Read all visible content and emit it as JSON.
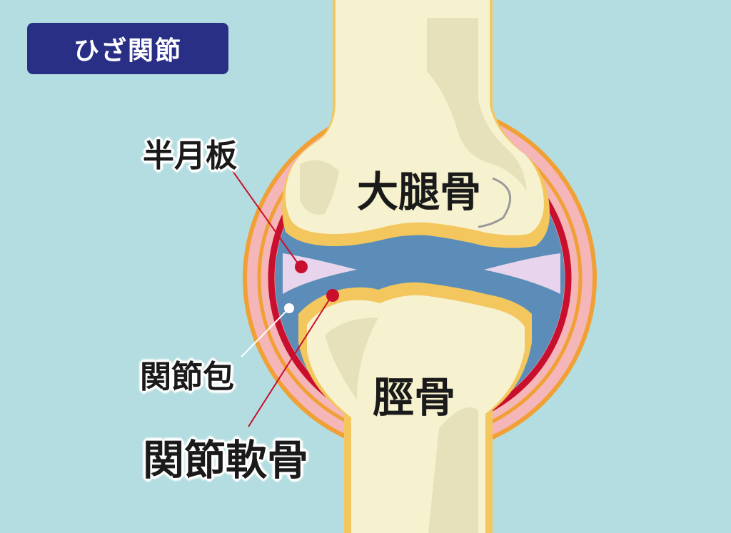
{
  "title": "ひざ関節",
  "labels": {
    "meniscus": "半月板",
    "capsule": "関節包",
    "cartilage": "関節軟骨",
    "femur": "大腿骨",
    "tibia": "脛骨"
  },
  "colors": {
    "background": "#b3dde0",
    "title_badge": "#2a2f86",
    "bone": "#f6f2cf",
    "bone_shadow": "#e6e1ba",
    "cartilage": "#f3c75e",
    "synovial_fluid": "#5b8db8",
    "meniscus": "#e8d4ec",
    "capsule_pink": "#f4b6b8",
    "capsule_red": "#c8102e",
    "capsule_orange": "#f0a034",
    "leader_red": "#c8102e",
    "leader_white": "#ffffff"
  }
}
